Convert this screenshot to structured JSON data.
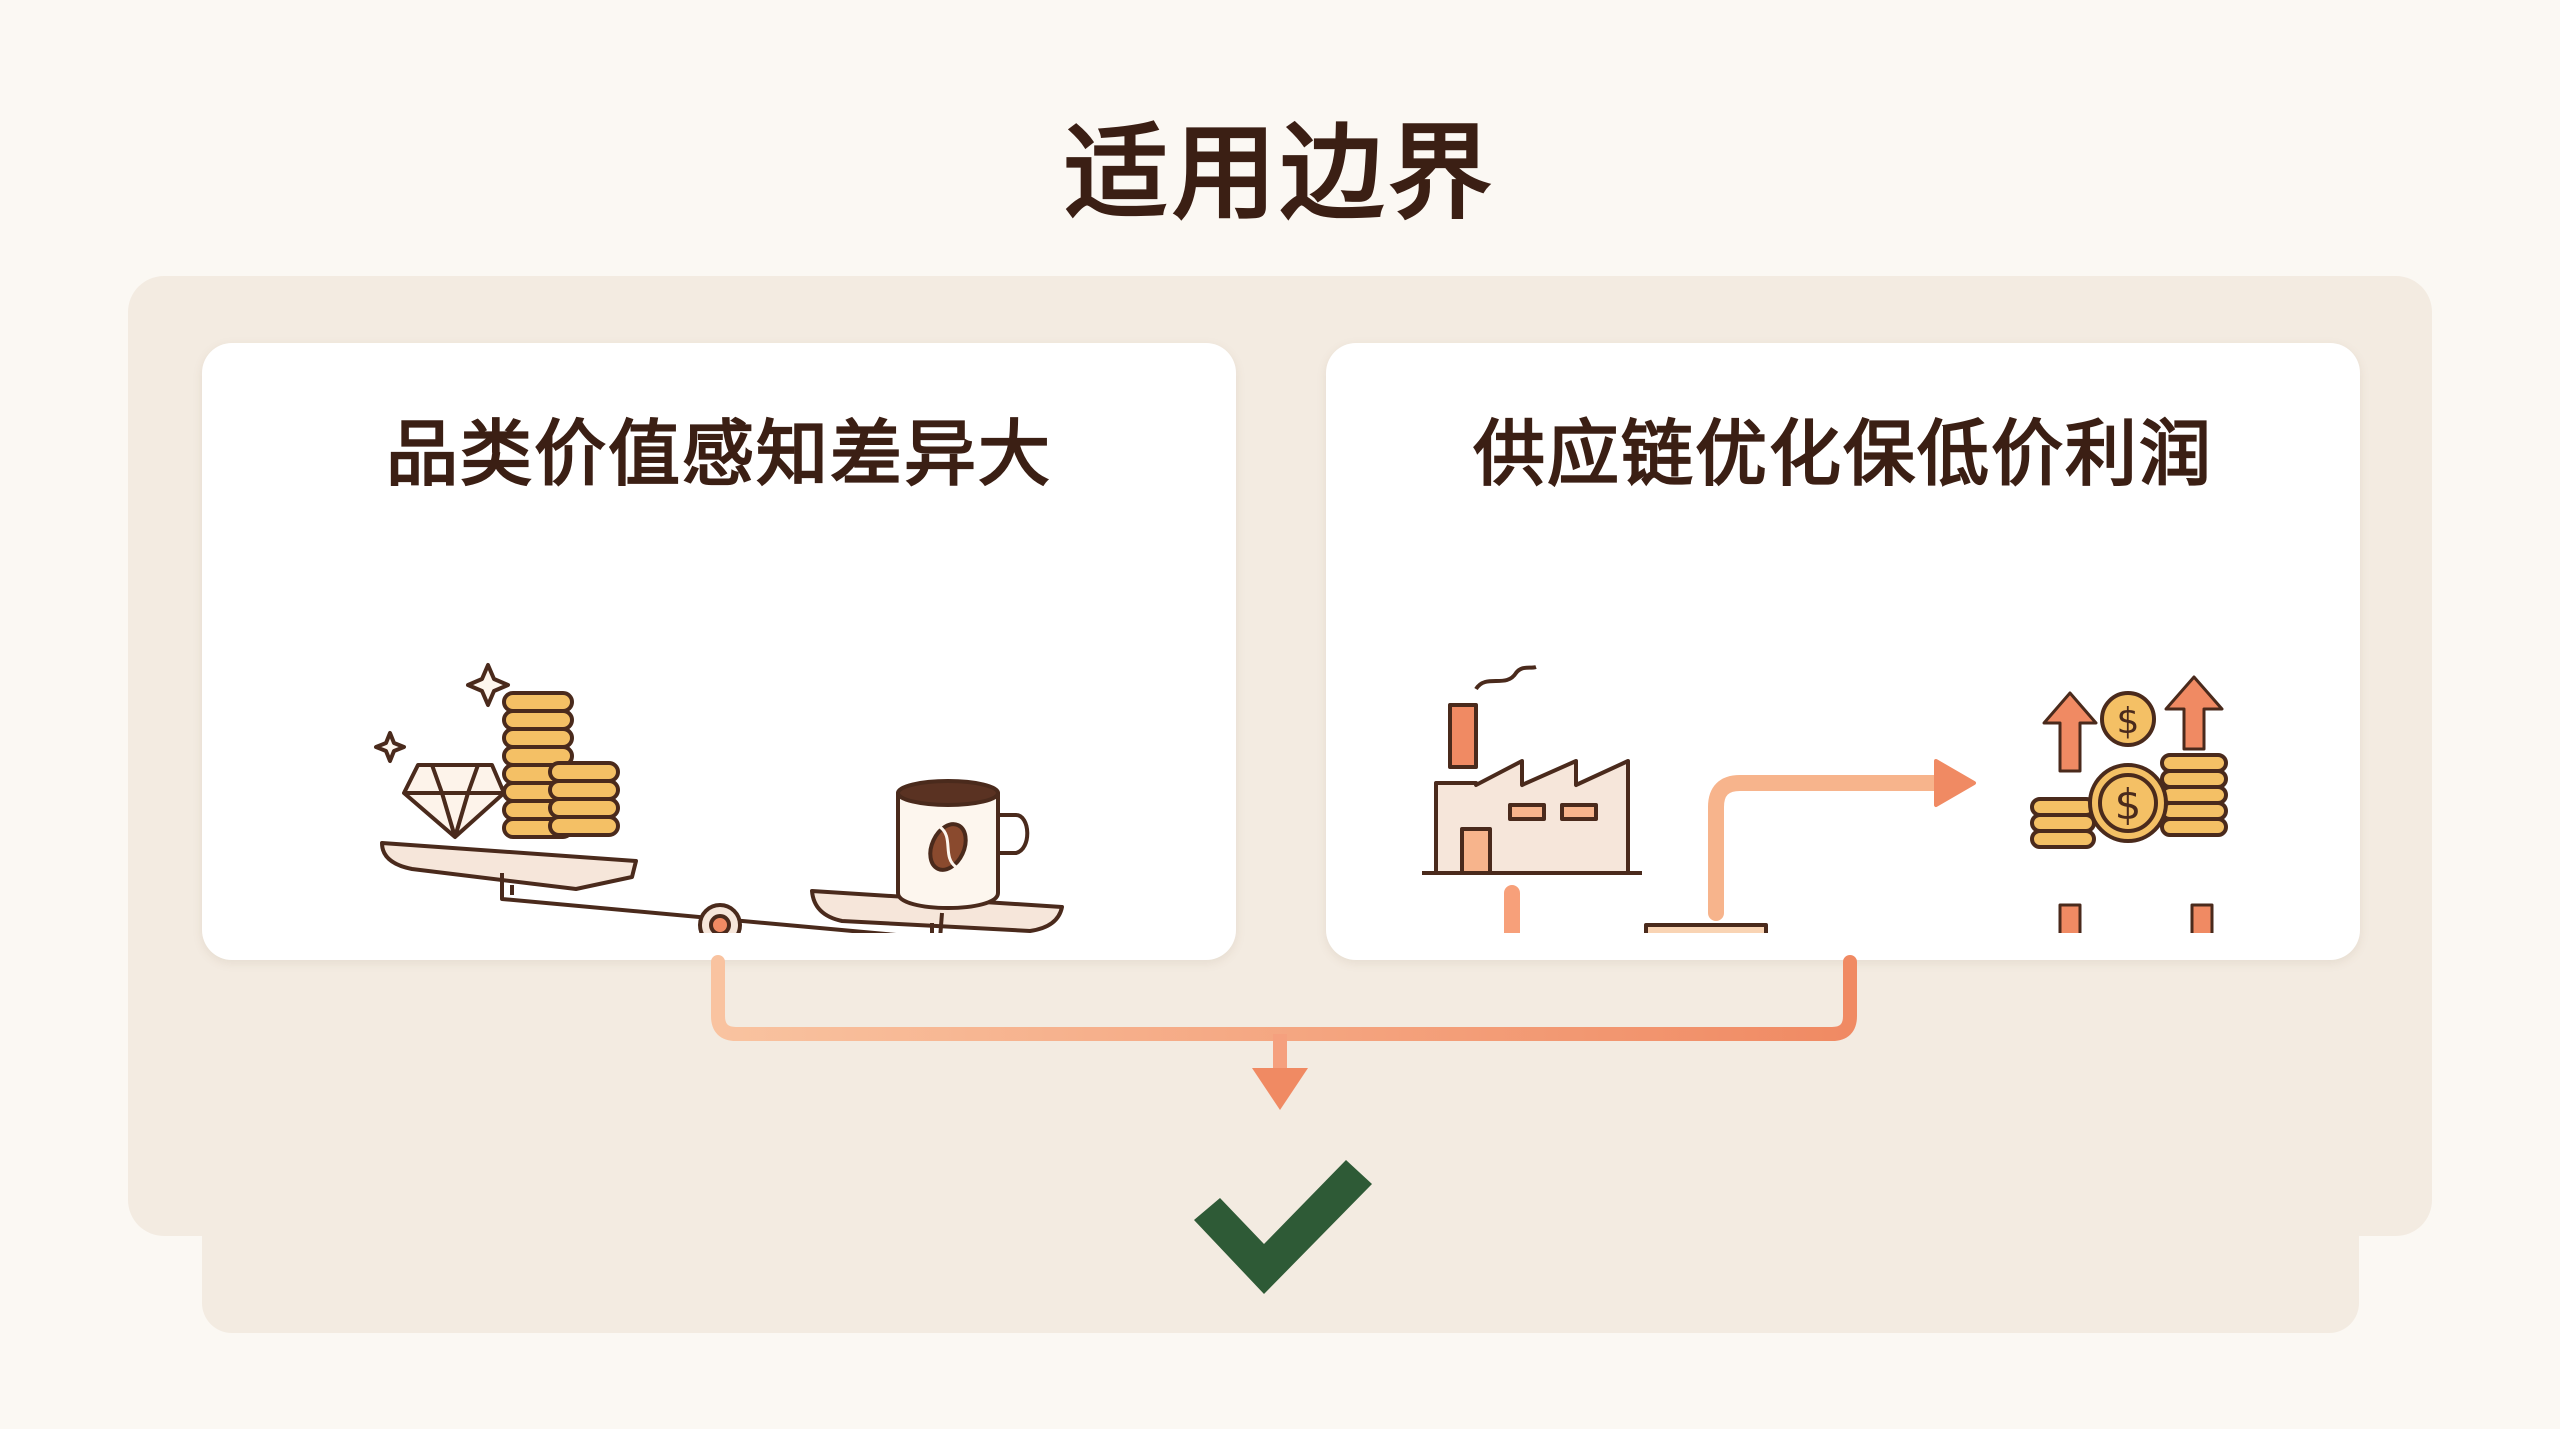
{
  "title": "适用边界",
  "cards": [
    {
      "title": "品类价值感知差异大"
    },
    {
      "title": "供应链优化保低价利润"
    }
  ],
  "colors": {
    "title": "#3b1f14",
    "accent": "#f08a63",
    "accent_light": "#f7b48c",
    "panel": "#f3ebe1",
    "gold": "#f4c065",
    "check": "#2e5a36"
  },
  "icons": {
    "card1": [
      "sparkle-icon",
      "diamond-icon",
      "coin-stack-icon",
      "balance-scale-icon",
      "coffee-mug-icon"
    ],
    "card2": [
      "factory-icon",
      "delivery-truck-icon",
      "flow-arrow-icon",
      "dollar-coins-icon",
      "price-tag-icon",
      "arrow-up-icon",
      "arrow-down-icon"
    ],
    "result": "checkmark-icon"
  }
}
